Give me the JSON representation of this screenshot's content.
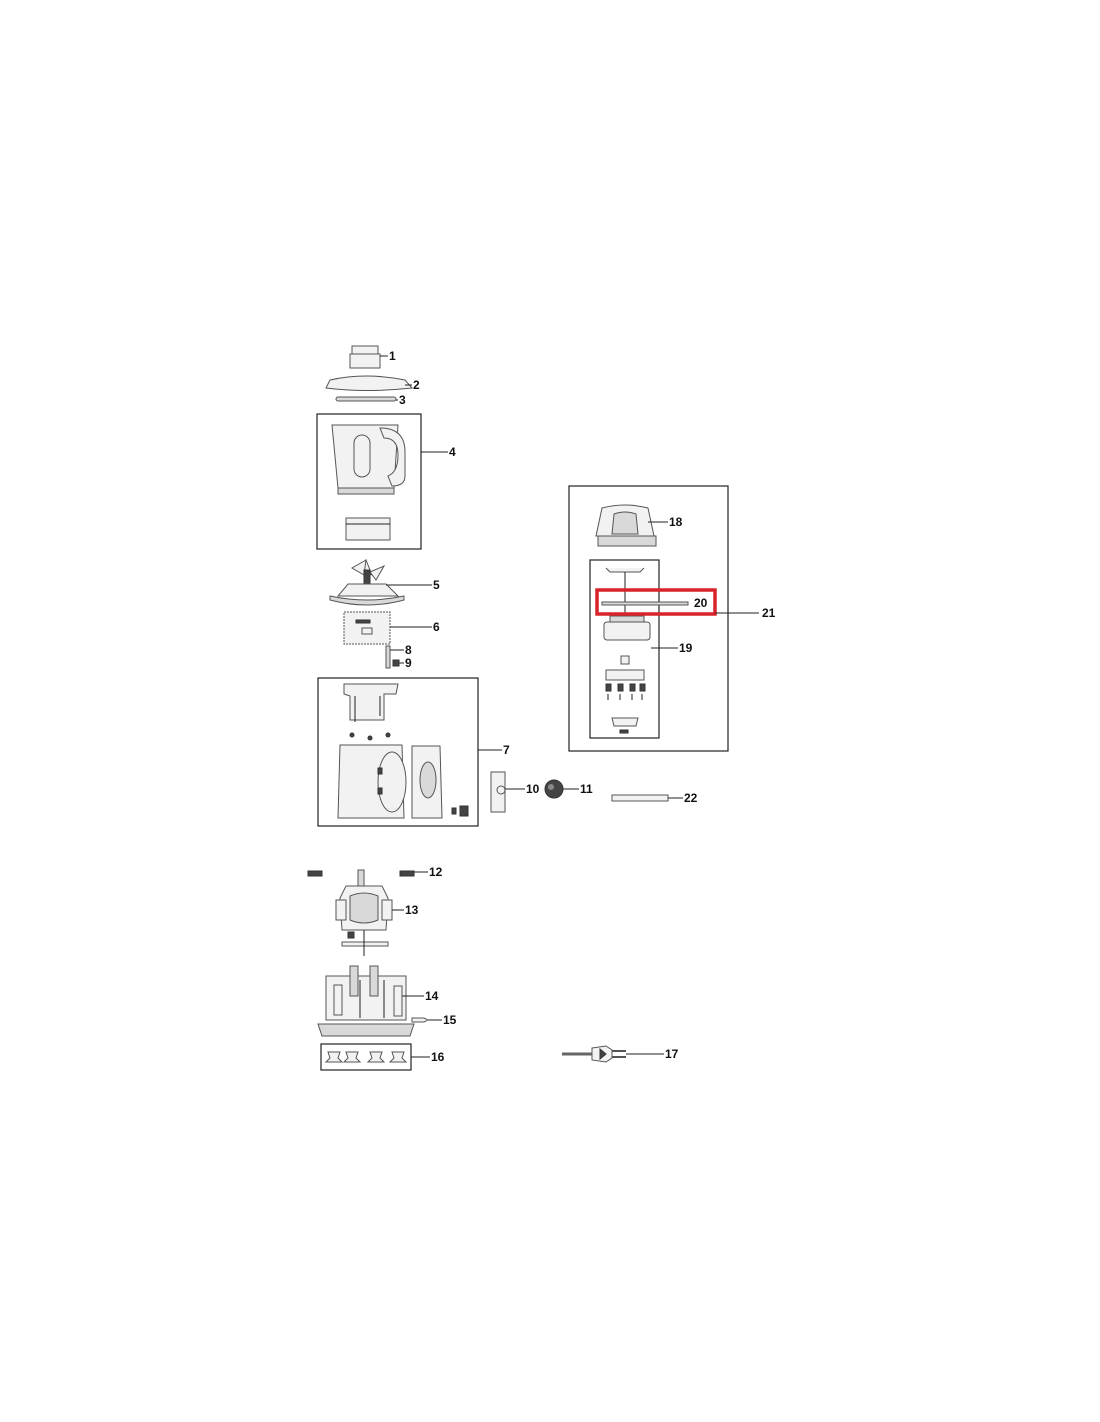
{
  "parts": [
    {
      "id": "p1",
      "label": "1"
    },
    {
      "id": "p2",
      "label": "2"
    },
    {
      "id": "p3",
      "label": "3"
    },
    {
      "id": "p4",
      "label": "4"
    },
    {
      "id": "p5",
      "label": "5"
    },
    {
      "id": "p6",
      "label": "6"
    },
    {
      "id": "p7",
      "label": "7"
    },
    {
      "id": "p8",
      "label": "8"
    },
    {
      "id": "p9",
      "label": "9"
    },
    {
      "id": "p10",
      "label": "10"
    },
    {
      "id": "p11",
      "label": "11"
    },
    {
      "id": "p12",
      "label": "12"
    },
    {
      "id": "p13",
      "label": "13"
    },
    {
      "id": "p14",
      "label": "14"
    },
    {
      "id": "p15",
      "label": "15"
    },
    {
      "id": "p16",
      "label": "16"
    },
    {
      "id": "p17",
      "label": "17"
    },
    {
      "id": "p18",
      "label": "18"
    },
    {
      "id": "p19",
      "label": "19"
    },
    {
      "id": "p20",
      "label": "20"
    },
    {
      "id": "p21",
      "label": "21"
    },
    {
      "id": "p22",
      "label": "22"
    }
  ],
  "highlight": {
    "part": "20",
    "color": "#d9232a"
  }
}
